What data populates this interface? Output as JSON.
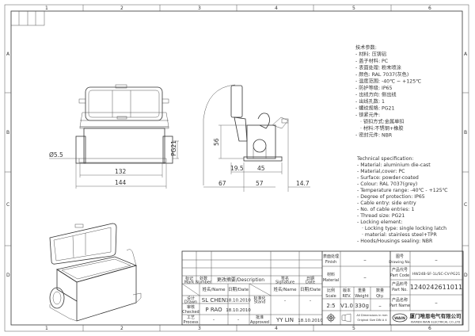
{
  "frame": {
    "columns": [
      "1",
      "2",
      "3",
      "4",
      "5",
      "6"
    ],
    "rows": [
      "A",
      "B",
      "C",
      "D"
    ]
  },
  "front_view": {
    "dims": {
      "width_inner": "132",
      "width_outer": "144",
      "hole": "Ø5.5",
      "thread": "PG21"
    }
  },
  "side_view": {
    "dims": {
      "height": "56",
      "offset": "19.5",
      "base": "45",
      "cover": "67",
      "depth": "57",
      "latch": "14.7"
    }
  },
  "spec_cn": {
    "lines": [
      "技术参数:",
      "- 材料: 压铸铝",
      "- 盖子材料: PC",
      "- 表面处理: 粉末喷涂",
      "- 颜色: RAL 7037(灰色)",
      "- 温度范围: -40℃ ~ +125℃",
      "- 防护等级: IP65",
      "- 出线方向: 侧出线",
      "- 出线孔数: 1",
      "- 螺纹规格: PG21",
      "- 锁紧元件:",
      "  · 锁扣方式:金属单扣",
      "  · 材料:不锈钢+橡胶",
      "- 密封元件: NBR"
    ]
  },
  "spec_en": {
    "lines": [
      "Technical specification:",
      "- Material: aluminium die-cast",
      "- Material,cover: PC",
      "- Surface: powder-coated",
      "- Colour: RAL 7037(grey)",
      "- Temperature range: -40℃ - +125℃",
      "- Degree of protection: IP65",
      "- Cable entry: side entry",
      "- No. of cable entries: 1",
      "- Thread size: PG21",
      "- Locking element:",
      "  · Locking type: single locking latch",
      "  · material: stainless steel+TPR",
      "- Hoods/Housings sealing: NBR"
    ]
  },
  "title_block": {
    "mark": {
      "cn": "标记",
      "en": "Mark"
    },
    "number": {
      "cn": "处数",
      "en": "Number"
    },
    "description": "更改摘要/Description",
    "signature": {
      "cn": "签名",
      "en": "Signature"
    },
    "date_hdr": {
      "cn": "日期",
      "en": "Date"
    },
    "name_col": "姓名/Name",
    "date_col": "日期/Date",
    "drawn": {
      "cn": "设计",
      "en": "Drawn",
      "name": "SL CHEN",
      "date": "18.10.2010"
    },
    "checked": {
      "cn": "审核",
      "en": "Checked",
      "name": "P RAO",
      "date": "18.10.2010"
    },
    "process": {
      "cn": "工艺",
      "en": "Process",
      "name": "–",
      "date": "–"
    },
    "stand": {
      "cn": "标准化",
      "en": "Stand",
      "name": "–",
      "date": "–"
    },
    "approved": {
      "cn": "批准",
      "en": "Approved",
      "name": "YY LIN",
      "date": "18.10.2010"
    },
    "finish": {
      "cn": "表面处理",
      "en": "Finish",
      "value": "–"
    },
    "material": {
      "cn": "材料",
      "en": "Material",
      "value": "–"
    },
    "scale": {
      "cn": "比例",
      "en": "Scale",
      "value": "2:5"
    },
    "rev": {
      "cn": "版本",
      "en": "REV.",
      "value": "V1.0"
    },
    "weight": {
      "cn": "重量",
      "en": "Weight",
      "value": "330g"
    },
    "qty": {
      "cn": "数量",
      "en": "Qty.",
      "value": "–"
    },
    "dimensions_note": [
      "All Dimensions in mm",
      "Original Size DIN A 4"
    ],
    "drawing_no": {
      "cn": "图号",
      "en": "Drawing No.",
      "value": "–"
    },
    "part_code": {
      "cn": "产品代号",
      "en": "Part Code",
      "value": "HW24B-SF-1L/SC-CV-PG21"
    },
    "part_no": {
      "cn": "产品料号",
      "en": "Part No.",
      "value": "1240242611011"
    },
    "part_name": {
      "cn": "产品名称",
      "en": "Part Name",
      "value": "–"
    },
    "company": {
      "logo": "WAIN",
      "cn": "厦门唯恩电气有限公司",
      "en": "XIAMEN WAIN ELECTRICAL CO.,LTD"
    }
  }
}
